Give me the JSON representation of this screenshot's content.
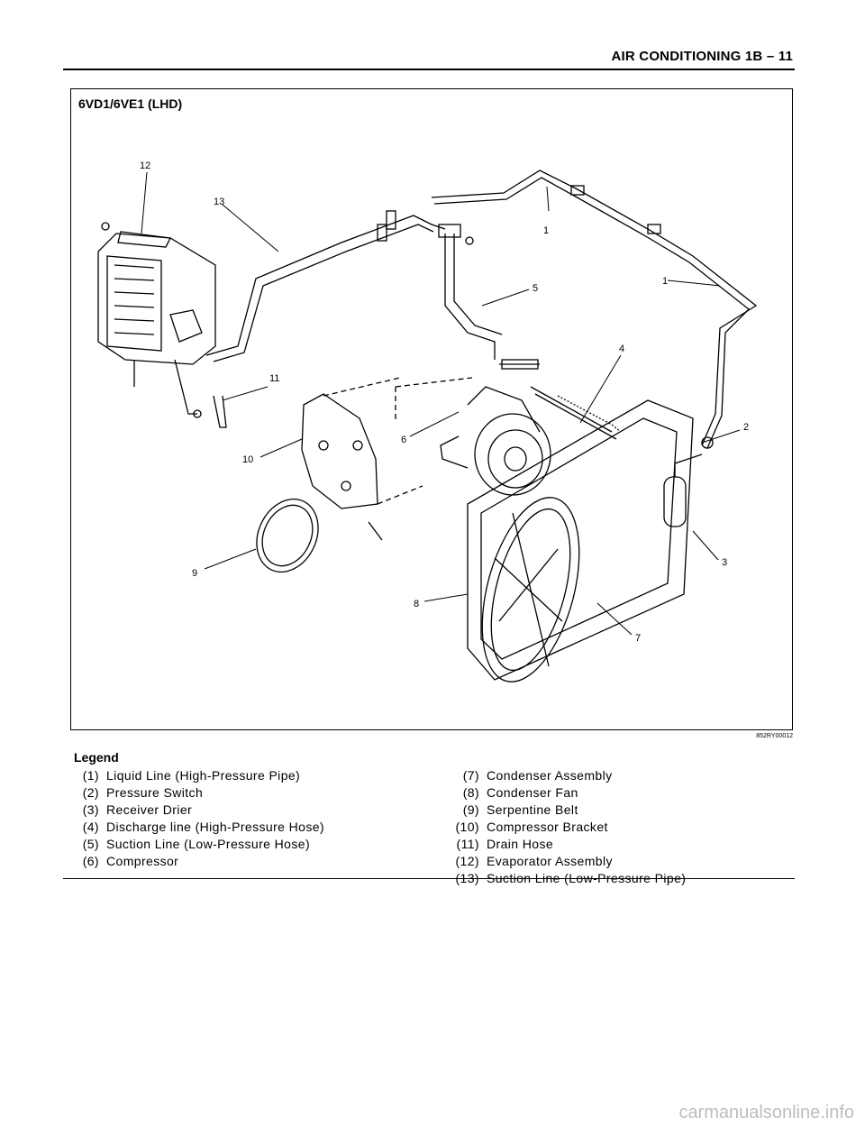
{
  "header": {
    "title": "AIR CONDITIONING  1B – 11"
  },
  "figure": {
    "title": "6VD1/6VE1 (LHD)",
    "figure_id": "852RY00012",
    "callouts": [
      "12",
      "13",
      "1",
      "1",
      "5",
      "4",
      "11",
      "6",
      "2",
      "10",
      "3",
      "9",
      "8",
      "7"
    ]
  },
  "legend": {
    "heading": "Legend",
    "left_items": [
      {
        "num": "(1)",
        "label": "Liquid Line (High-Pressure Pipe)"
      },
      {
        "num": "(2)",
        "label": "Pressure Switch"
      },
      {
        "num": "(3)",
        "label": "Receiver Drier"
      },
      {
        "num": "(4)",
        "label": "Discharge line (High-Pressure Hose)"
      },
      {
        "num": "(5)",
        "label": "Suction Line (Low-Pressure Hose)"
      },
      {
        "num": "(6)",
        "label": "Compressor"
      }
    ],
    "right_items": [
      {
        "num": "(7)",
        "label": "Condenser Assembly"
      },
      {
        "num": "(8)",
        "label": "Condenser Fan"
      },
      {
        "num": "(9)",
        "label": "Serpentine Belt"
      },
      {
        "num": "(10)",
        "label": "Compressor Bracket"
      },
      {
        "num": "(11)",
        "label": "Drain Hose"
      },
      {
        "num": "(12)",
        "label": "Evaporator Assembly"
      },
      {
        "num": "(13)",
        "label": "Suction Line (Low-Pressure Pipe)"
      }
    ]
  },
  "watermark": "carmanualsonline.info"
}
